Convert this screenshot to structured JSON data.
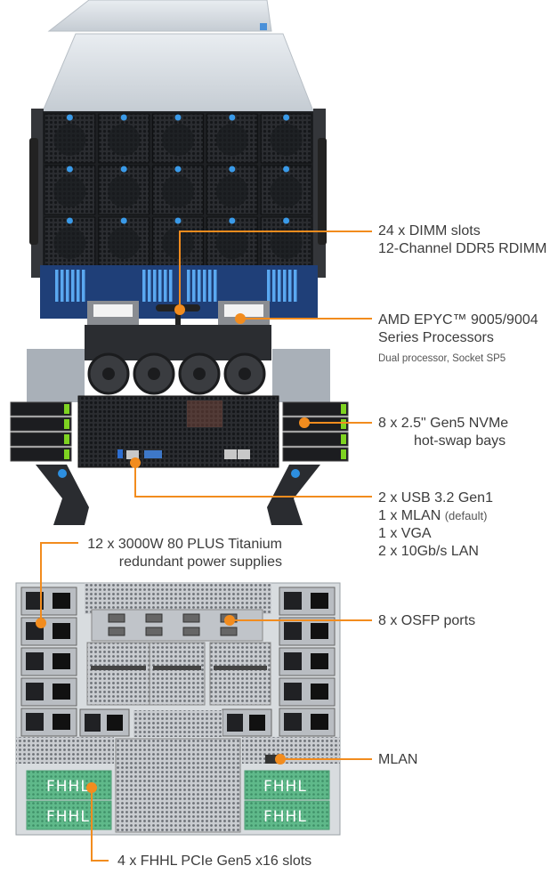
{
  "accent_color": "#f28c1e",
  "callouts": {
    "dimm": {
      "line1": "24 x DIMM slots",
      "line2": "12-Channel DDR5 RDIMM"
    },
    "cpu": {
      "line1": "AMD EPYC™ 9005/9004",
      "line2": "Series Processors",
      "note": "Dual processor, Socket SP5"
    },
    "nvme": {
      "line1": "8 x 2.5\" Gen5 NVMe",
      "line2": "hot-swap bays"
    },
    "io": {
      "line1": "2 x USB 3.2 Gen1",
      "line2_main": "1 x MLAN",
      "line2_note": "(default)",
      "line3": "1 x VGA",
      "line4": "2 x 10Gb/s LAN"
    },
    "psu": {
      "line1": "12 x 3000W 80 PLUS Titanium",
      "line2": "redundant power supplies"
    },
    "osfp": {
      "line1": "8 x OSFP ports"
    },
    "mlan": {
      "line1": "MLAN"
    },
    "pcie": {
      "line1": "4 x FHHL PCIe Gen5 x16 slots"
    }
  },
  "slot_labels": {
    "fhhl": "FHHL"
  },
  "front_view": {
    "fan_rows": 3,
    "fan_cols": 5,
    "dimm_count": 24,
    "mid_fans": 4,
    "nvme_bays_per_side": 4
  },
  "rear_view": {
    "psu_per_side": 5,
    "osfp_ports": 8,
    "bottom_psus": 2,
    "fhhl_slots": 4
  }
}
